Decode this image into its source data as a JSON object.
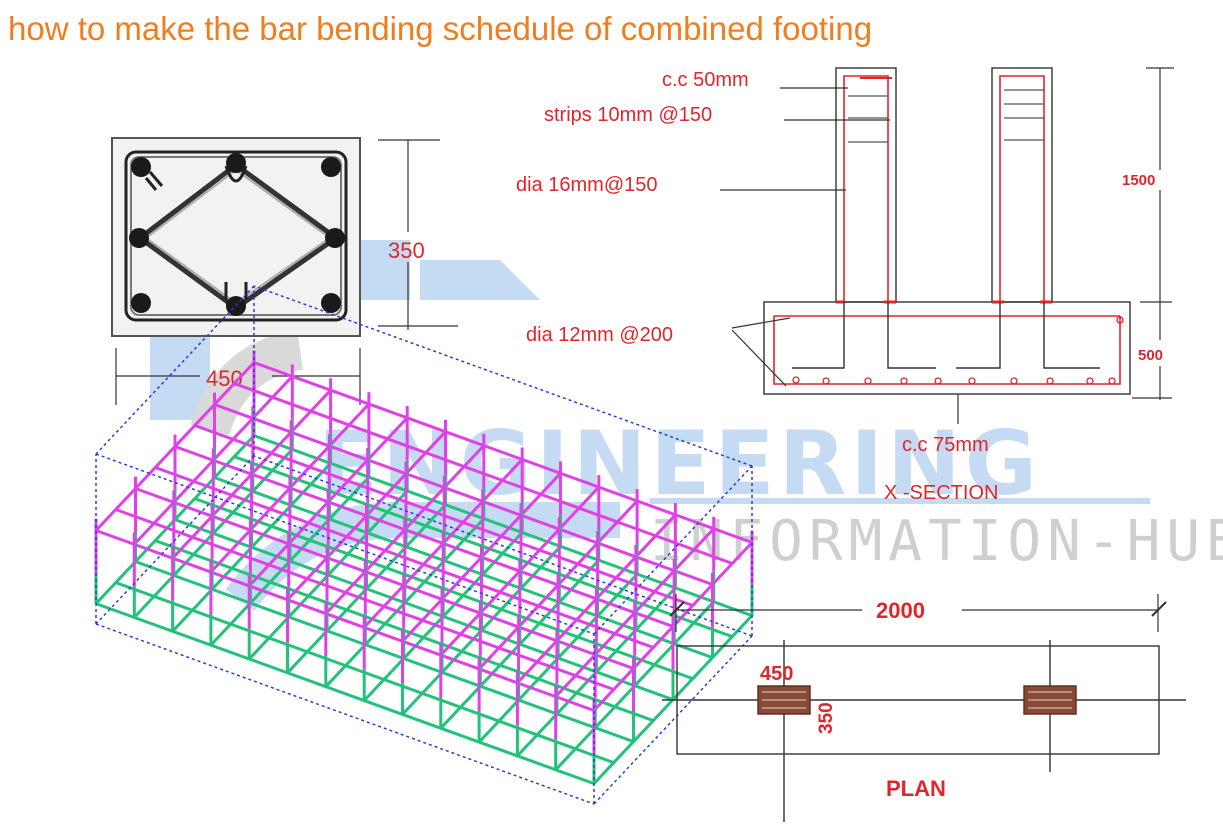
{
  "title": "how to make the bar bending schedule of combined footing",
  "watermark": {
    "line1": "ENGINEERING",
    "line2": "INFORMATION-HUB"
  },
  "column_section": {
    "width_label": "450",
    "height_label": "350"
  },
  "x_section": {
    "cover_top": "c.c 50mm",
    "stirrups": "strips 10mm @150",
    "main_bars": "dia 16mm@150",
    "footing_bars": "dia 12mm @200",
    "column_height": "1500",
    "footing_depth": "500",
    "cover_bottom": "c.c 75mm",
    "caption": "X -SECTION"
  },
  "plan": {
    "length_label": "2000",
    "col_width_label": "450",
    "col_depth_label": "350",
    "caption": "PLAN"
  },
  "colors": {
    "title": "#f07d1e",
    "label": "#e0262b",
    "drawing": "#1a1a1a",
    "watermark": "#2f7fd6",
    "rebar_top": "#e040e8",
    "rebar_bottom": "#22c27a",
    "frame": "#2b3fd6"
  }
}
